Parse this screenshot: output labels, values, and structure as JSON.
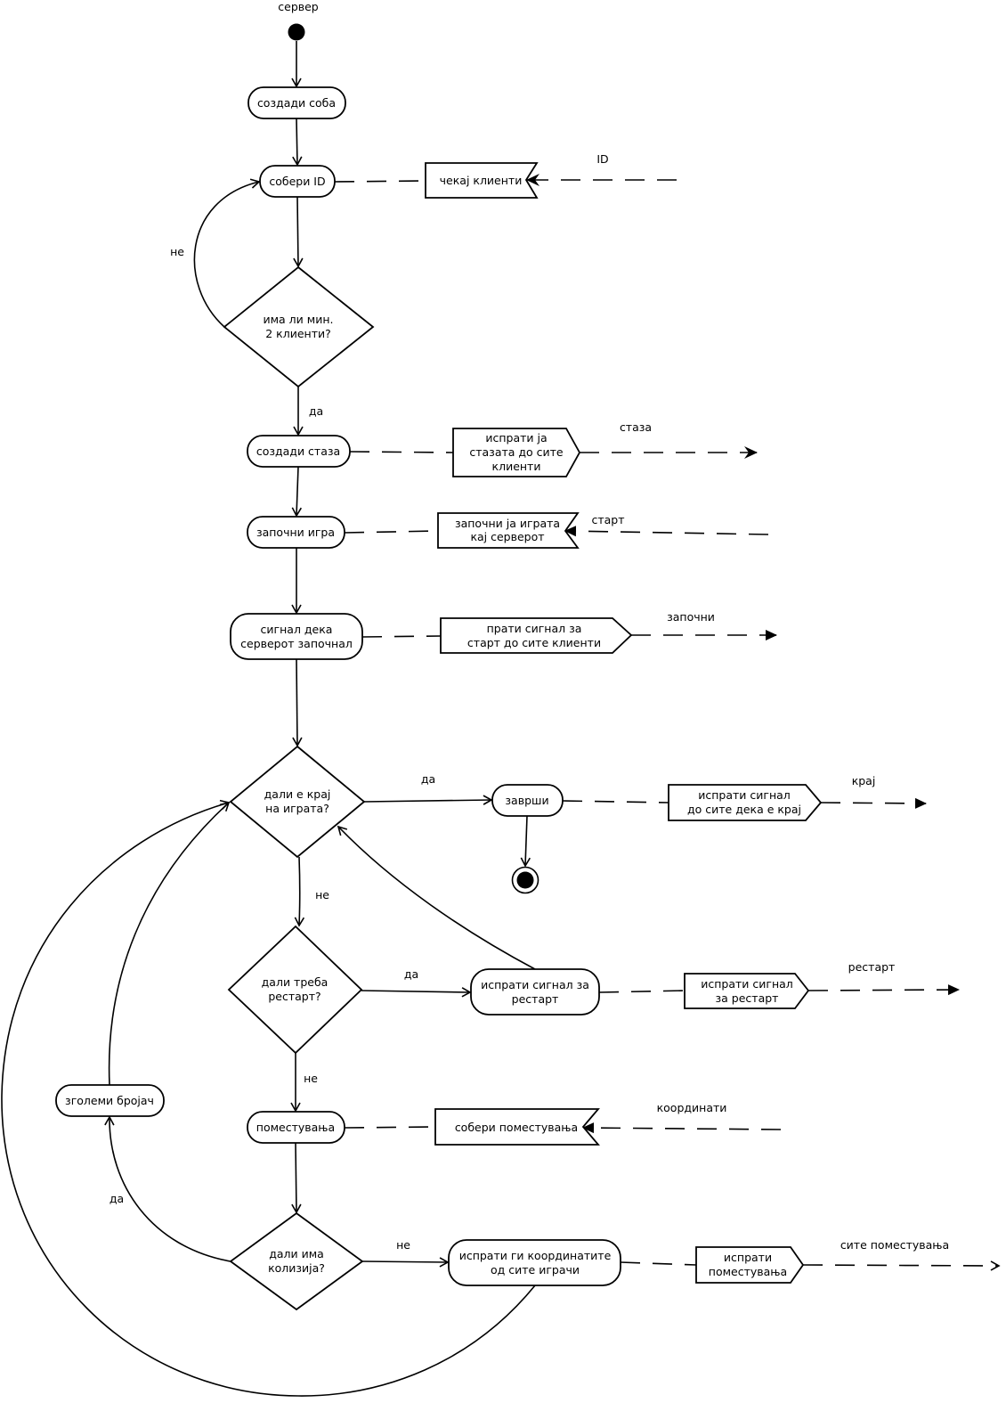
{
  "swimlane": "сервер",
  "actions": {
    "create_room": [
      "создади соба"
    ],
    "collect_id": [
      "собери ID"
    ],
    "create_track": [
      "создади стаза"
    ],
    "start_game": [
      "започни игра"
    ],
    "server_started_signal": [
      "сигнал дека",
      "серверот започнал"
    ],
    "finish": [
      "заврши"
    ],
    "send_restart_signal": [
      "испрати сигнал за",
      "рестарт"
    ],
    "movements": [
      "поместувања"
    ],
    "send_coordinates": [
      "испрати ги координатите",
      "од сите играчи"
    ],
    "increment_counter": [
      "зголеми бројач"
    ]
  },
  "decisions": {
    "min_clients": [
      "има ли мин.",
      "2 клиенти?"
    ],
    "game_over": [
      "дали е крај",
      "на играта?"
    ],
    "restart": [
      "дали треба",
      "рестарт?"
    ],
    "collision": [
      "дали има",
      "колизија?"
    ]
  },
  "signals": {
    "wait_clients": [
      "чекај клиенти"
    ],
    "send_track": [
      "испрати ја",
      "стазата до сите",
      "клиенти"
    ],
    "start_at_server": [
      "започни ја играта",
      "кај серверот"
    ],
    "send_start": [
      "прати сигнал за",
      "старт до сите клиенти"
    ],
    "send_end": [
      "испрати сигнал",
      "до сите дека е крај"
    ],
    "send_restart": [
      "испрати сигнал",
      "за рестарт"
    ],
    "collect_movements": [
      "собери поместувања"
    ],
    "send_movements": [
      "испрати",
      "поместувања"
    ]
  },
  "signal_labels": {
    "id": "ID",
    "track": "стаза",
    "start": "старт",
    "started": "започни",
    "end": "крај",
    "restart": "рестарт",
    "coordinates": "координати",
    "all_movements": "сите поместувања"
  },
  "guards": {
    "min_no": "не",
    "min_yes": "да",
    "over_yes": "да",
    "over_no": "не",
    "restart_yes": "да",
    "restart_no": "не",
    "collision_no": "не",
    "collision_yes": "да"
  }
}
